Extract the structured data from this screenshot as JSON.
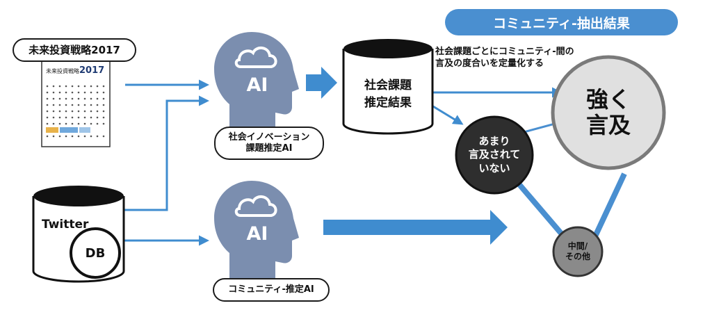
{
  "header": {
    "title": "コミュニティ-抽出結果"
  },
  "inputs": {
    "document_label": "未来投資戦略2017",
    "document_cover_title": "未来投資戦略",
    "document_cover_year": "2017",
    "twitter_db": {
      "name": "Twitter",
      "badge": "DB"
    }
  },
  "ai_nodes": {
    "social_ai_badge": "AI",
    "social_ai_label_line1": "社会イノベーション",
    "social_ai_label_line2": "課題推定AI",
    "community_ai_badge": "AI",
    "community_ai_label": "コミュニティ-推定AI"
  },
  "result_db": {
    "line1": "社会課題",
    "line2": "推定結果"
  },
  "annotation": {
    "line1": "社会課題ごとにコミュニティ-間の",
    "line2": "言及の度合いを定量化する"
  },
  "communities": {
    "strong": {
      "line1": "強く",
      "line2": "言及"
    },
    "low": {
      "line1": "あまり",
      "line2": "言及されて",
      "line3": "いない"
    },
    "middle": {
      "line1": "中間/",
      "line2": "その他"
    }
  },
  "colors": {
    "accent_blue": "#4a8fd0",
    "arrow_blue": "#3f8ccf",
    "head_slate": "#7b8eaf",
    "strong_circle_fill": "#e0e0e0",
    "low_circle_fill": "#2e2e2e",
    "middle_circle_fill": "#8a8a8a"
  }
}
